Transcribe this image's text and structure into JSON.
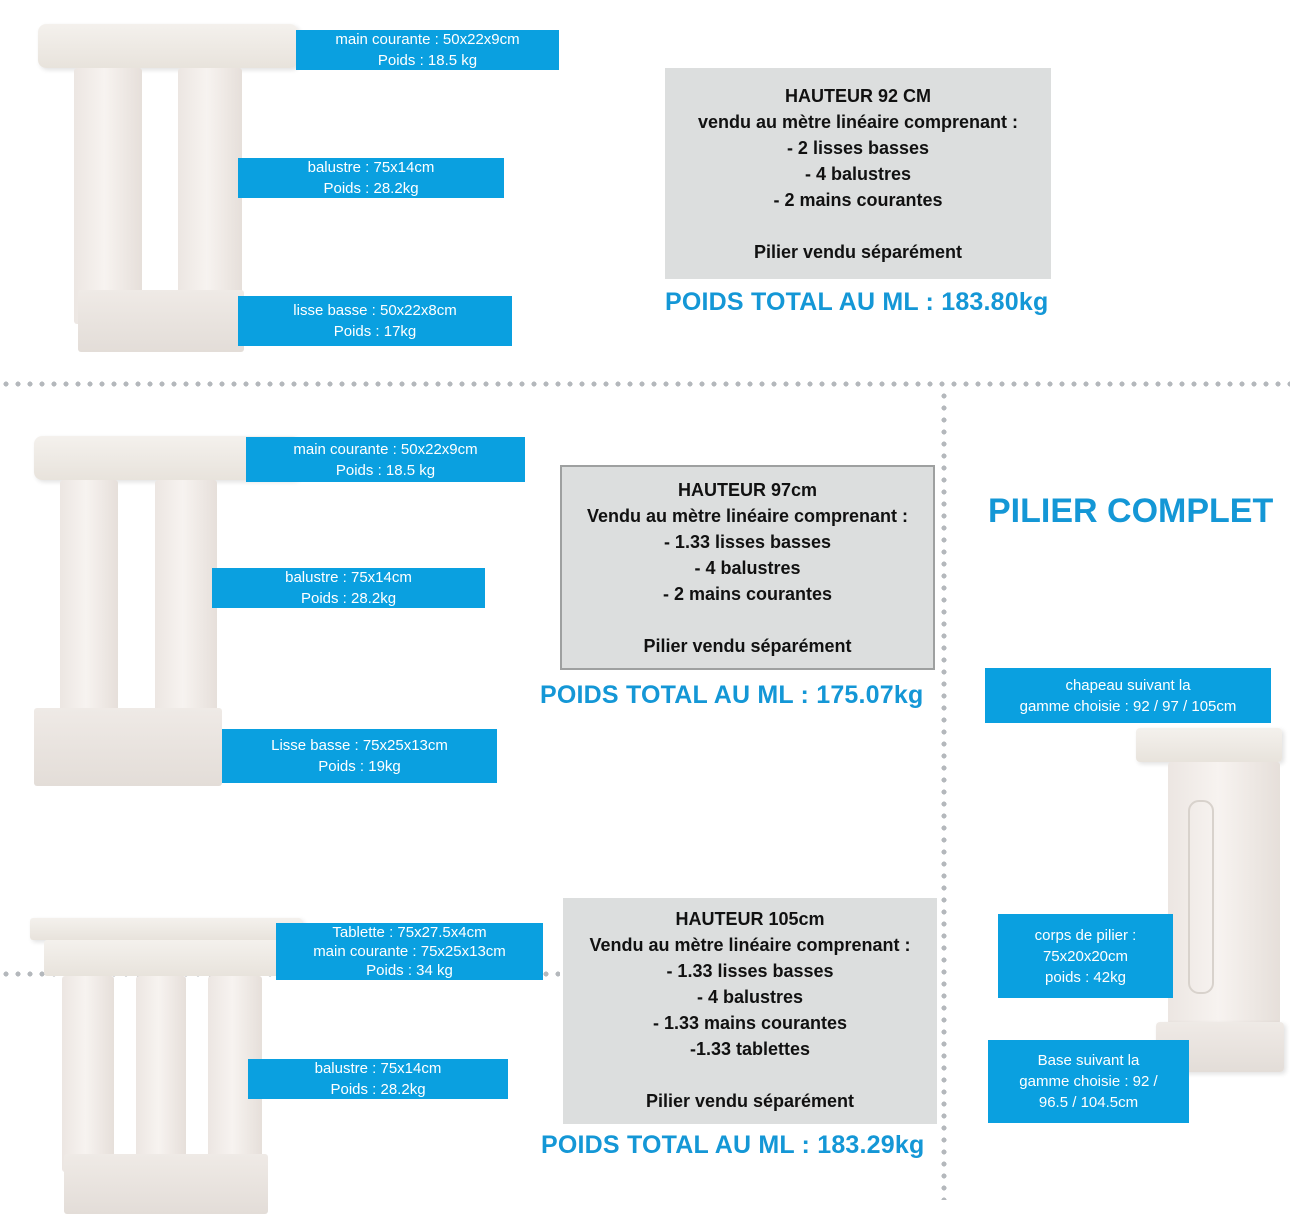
{
  "section1": {
    "tags": {
      "main_courante": [
        "main courante : 50x22x9cm",
        "Poids : 18.5 kg"
      ],
      "balustre": [
        "balustre : 75x14cm",
        "Poids : 28.2kg"
      ],
      "lisse_basse": [
        "lisse basse : 50x22x8cm",
        "Poids : 17kg"
      ]
    },
    "info": [
      "HAUTEUR 92 CM",
      "vendu au mètre linéaire comprenant :",
      "- 2 lisses basses",
      "- 4 balustres",
      "- 2 mains courantes",
      "",
      "Pilier vendu séparément"
    ],
    "total": "POIDS TOTAL AU ML : 183.80kg"
  },
  "section2": {
    "tags": {
      "main_courante": [
        "main courante : 50x22x9cm",
        "Poids : 18.5 kg"
      ],
      "balustre": [
        "balustre : 75x14cm",
        "Poids : 28.2kg"
      ],
      "lisse_basse": [
        "Lisse basse : 75x25x13cm",
        "Poids : 19kg"
      ]
    },
    "info": [
      "HAUTEUR 97cm",
      "Vendu au mètre linéaire comprenant :",
      "- 1.33 lisses basses",
      "- 4 balustres",
      "- 2 mains courantes",
      "",
      "Pilier vendu séparément"
    ],
    "total": "POIDS TOTAL AU ML : 175.07kg"
  },
  "section3": {
    "tags": {
      "tablette": [
        "Tablette : 75x27.5x4cm",
        "main courante : 75x25x13cm",
        "Poids : 34 kg"
      ],
      "balustre": [
        "balustre : 75x14cm",
        "Poids : 28.2kg"
      ]
    },
    "info": [
      "HAUTEUR 105cm",
      "Vendu au mètre linéaire comprenant :",
      "- 1.33 lisses basses",
      "- 4 balustres",
      "- 1.33 mains courantes",
      "-1.33 tablettes",
      "",
      "Pilier vendu séparément"
    ],
    "total": "POIDS TOTAL AU ML : 183.29kg"
  },
  "pilier": {
    "title": "PILIER COMPLET",
    "chapeau": [
      "chapeau suivant la",
      "gamme choisie : 92 / 97 / 105cm"
    ],
    "corps": [
      "corps de pilier :",
      "75x20x20cm",
      "poids : 42kg"
    ],
    "base": [
      "Base suivant la",
      "gamme choisie : 92 /",
      "96.5 / 104.5cm"
    ]
  },
  "colors": {
    "accent": "#0aa0e0",
    "title": "#1497d6",
    "info_bg": "#dcdede"
  }
}
